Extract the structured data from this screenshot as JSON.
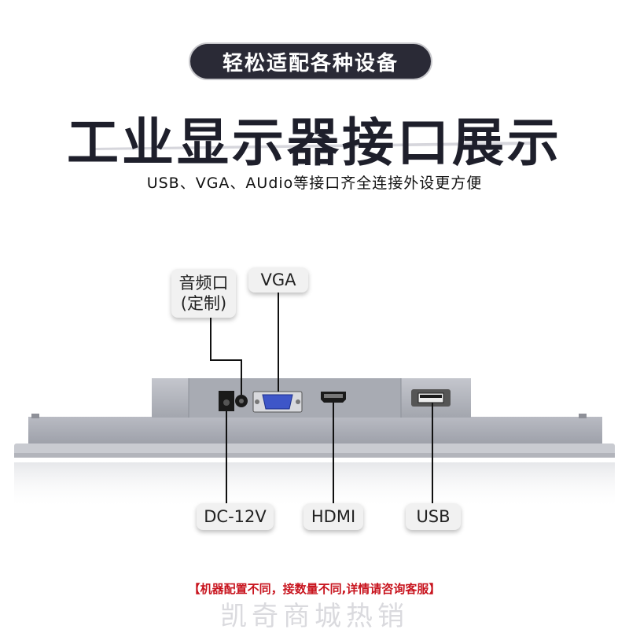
{
  "header": {
    "tagline": "轻松适配各种设备",
    "title": "工业显示器接口展示",
    "subtitle": "USB、VGA、AUdio等接口齐全连接外设更方便"
  },
  "ports": {
    "audio_line1": "音频口",
    "audio_line2": "(定制)",
    "vga": "VGA",
    "dc": "DC-12V",
    "hdmi": "HDMI",
    "usb": "USB"
  },
  "footer": {
    "note": "【机器配置不同，接数量不同,详情请咨询客服】",
    "watermark": "凯奇商城热销"
  },
  "colors": {
    "pill_bg": "#2a2a36",
    "headline": "#1e1f2b",
    "note_red": "#c8141e",
    "panel_gray": "#a9abb3"
  }
}
